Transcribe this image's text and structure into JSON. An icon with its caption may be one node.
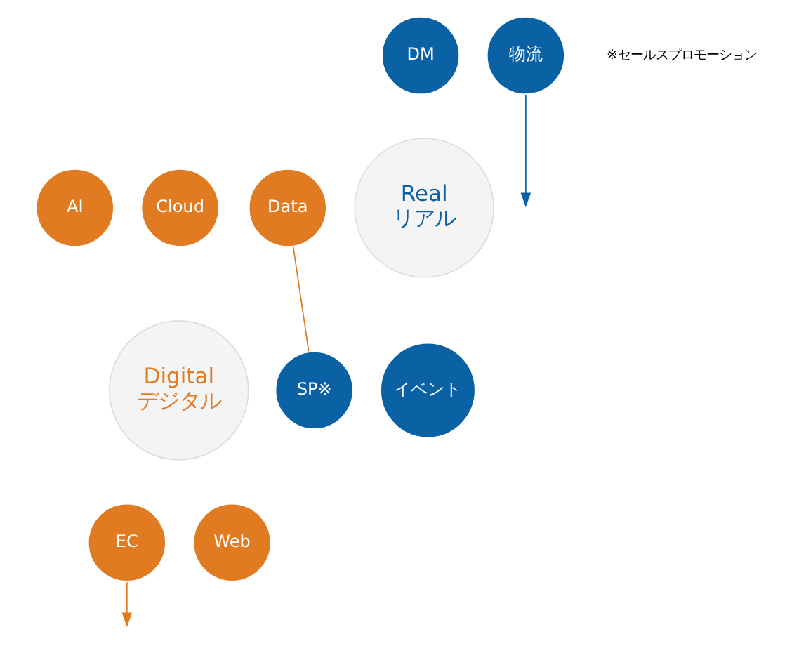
{
  "diagram": {
    "nodes": [
      {
        "text": [
          "Digital",
          "デジタル"
        ]
      },
      {
        "text": [
          "AI"
        ]
      },
      {
        "text": [
          "Cloud"
        ]
      },
      {
        "text": [
          "Data"
        ]
      },
      {
        "text": [
          "EC"
        ]
      },
      {
        "text": [
          "Web"
        ]
      },
      {
        "text": [
          "Real",
          "リアル"
        ]
      },
      {
        "text": [
          "DM"
        ]
      },
      {
        "text": [
          "物流"
        ]
      },
      {
        "text": [
          "SP※"
        ]
      },
      {
        "text": [
          "イベント"
        ]
      }
    ],
    "edges": [
      {
        "from": 3,
        "to": 9,
        "arrow": "none",
        "color": "#e07b22"
      },
      {
        "from": 4,
        "to": null,
        "arrow": "to",
        "color": "#e07b22"
      },
      {
        "from": 8,
        "to": null,
        "arrow": "to",
        "color": "#0a62a5"
      }
    ],
    "labels": [
      "※セールスプロモーション"
    ]
  }
}
